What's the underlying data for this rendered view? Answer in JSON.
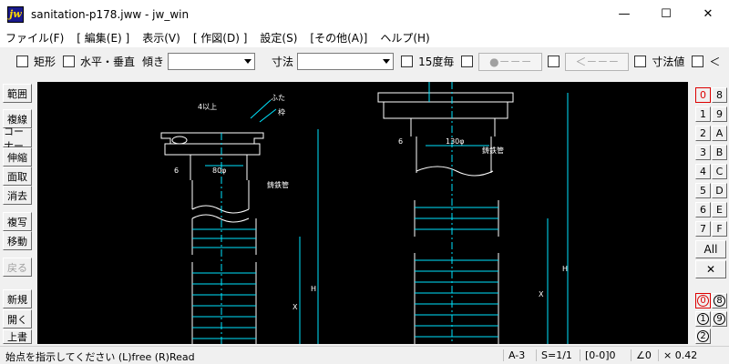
{
  "window": {
    "title": "sanitation-p178.jww - jw_win",
    "icon_text": "jw",
    "minimize": "—",
    "maximize": "☐",
    "close": "✕"
  },
  "menu": [
    "ファイル(F)",
    "[ 編集(E) ]",
    "表示(V)",
    "[ 作図(D) ]",
    "設定(S)",
    "[その他(A)]",
    "ヘルプ(H)"
  ],
  "toolbar": {
    "rect": "矩形",
    "hv": "水平・垂直",
    "tilt": "傾き",
    "tilt_value": "",
    "dim": "寸法",
    "dim_value": "",
    "deg15": "15度毎",
    "pt_btn": "●－－－",
    "arrow_btn": "＜－－－",
    "dimval": "寸法値",
    "lt": "＜"
  },
  "left_buttons": [
    "範囲",
    "複線",
    "コーナー",
    "伸縮",
    "面取",
    "消去",
    "複写",
    "移動",
    "戻る",
    "新規",
    "開く",
    "上書"
  ],
  "layers": {
    "col1": [
      "0",
      "1",
      "2",
      "3",
      "4",
      "5",
      "6",
      "7"
    ],
    "col2": [
      "8",
      "9",
      "A",
      "B",
      "C",
      "D",
      "E",
      "F"
    ],
    "current": "0",
    "all": "All",
    "cross": "✕",
    "groups_col1": [
      "0",
      "1",
      "2"
    ],
    "groups_col2": [
      "8",
      "9"
    ]
  },
  "drawing": {
    "labels_left": [
      "ふた",
      "枠",
      "4以上",
      "6",
      "80φ",
      "鋳鉄管",
      "H",
      "X"
    ],
    "labels_right": [
      "6",
      "130φ",
      "鋳鉄管",
      "H",
      "X"
    ]
  },
  "status": {
    "message": "始点を指示してください (L)free (R)Read",
    "paper": "A-3",
    "scale": "S=1/1",
    "layer": "[0-0]0",
    "angle": "∠0",
    "zoom": "× 0.42"
  }
}
